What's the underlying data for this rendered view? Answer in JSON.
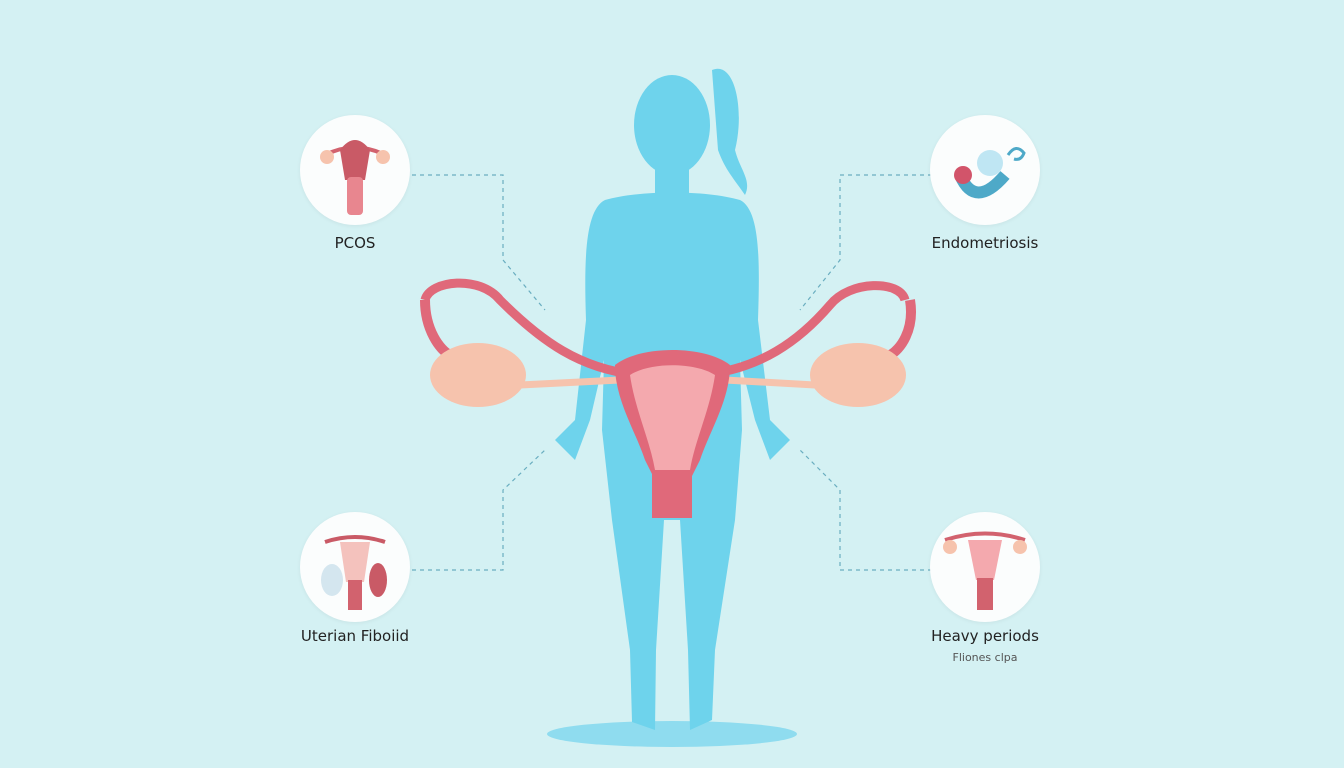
{
  "callouts": [
    {
      "label": "PCOS",
      "icon": "uterus-icon"
    },
    {
      "label": "Endometriosis",
      "icon": "cells-icon"
    },
    {
      "label": "Uterian Fiboiid",
      "icon": "uterus-fibroid-icon"
    },
    {
      "label": "Heavy periods",
      "sublabel": "Fliones clpa",
      "icon": "uterus-icon"
    }
  ],
  "colors": {
    "background": "#d4f1f3",
    "body": "#6ed3ec",
    "organ": "#e0697a",
    "ovary": "#f6c3ad"
  }
}
